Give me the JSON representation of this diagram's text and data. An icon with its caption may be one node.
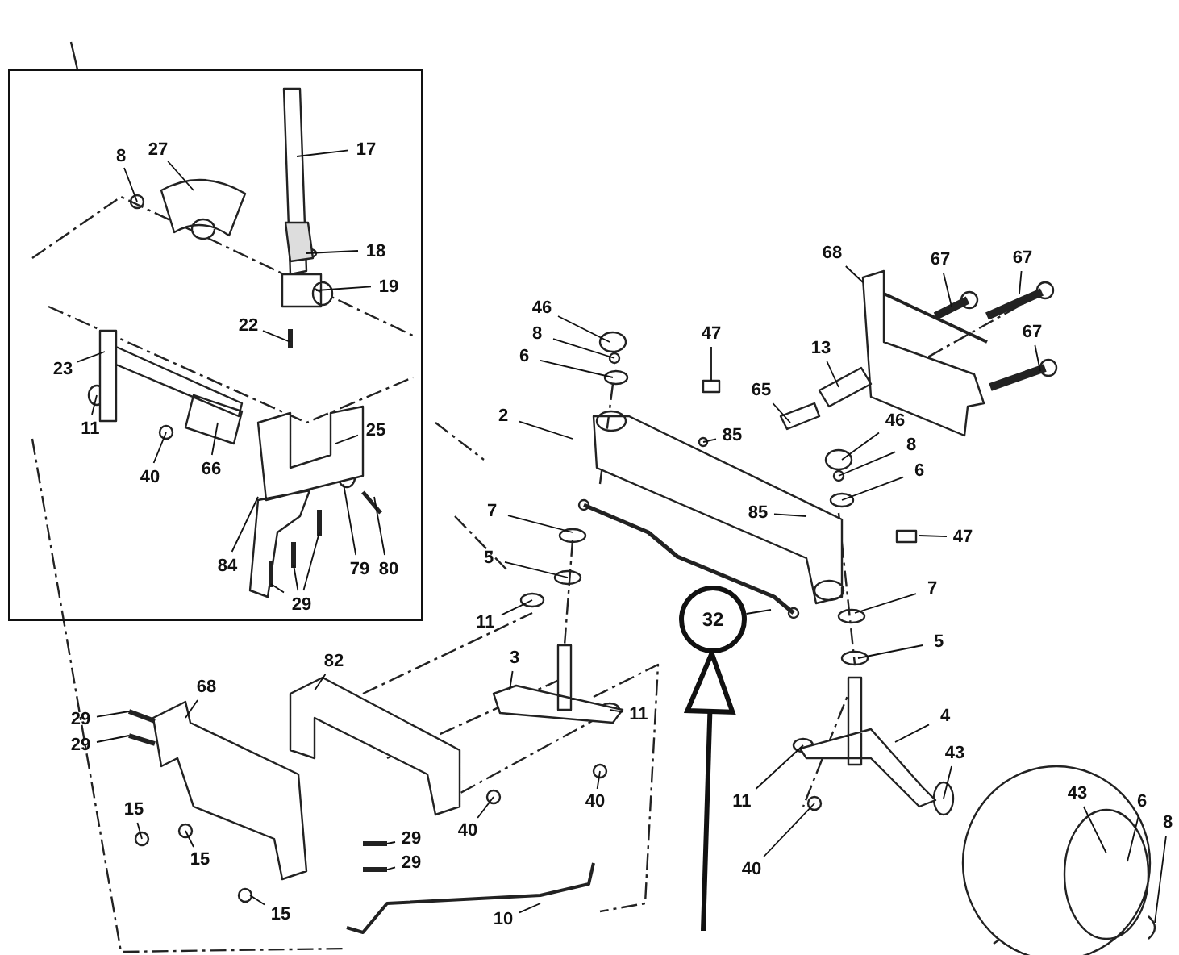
{
  "diagram": {
    "nodes": [
      {
        "text": [],
        "shape": "box"
      },
      {
        "text": [
          "8"
        ],
        "in": 0
      },
      {
        "text": [
          "27"
        ],
        "in": 0
      },
      {
        "text": [
          "17"
        ],
        "in": 0
      },
      {
        "text": [
          "18"
        ],
        "in": 0
      },
      {
        "text": [
          "19"
        ],
        "in": 0
      },
      {
        "text": [
          "22"
        ],
        "in": 0
      },
      {
        "text": [
          "23"
        ],
        "in": 0
      },
      {
        "text": [
          "11"
        ],
        "in": 0
      },
      {
        "text": [
          "40"
        ],
        "in": 0
      },
      {
        "text": [
          "66"
        ],
        "in": 0
      },
      {
        "text": [
          "25"
        ],
        "in": 0
      },
      {
        "text": [
          "79"
        ],
        "in": 0
      },
      {
        "text": [
          "80"
        ],
        "in": 0
      },
      {
        "text": [
          "84"
        ],
        "in": 0
      },
      {
        "text": [
          "29"
        ],
        "in": 0
      },
      {
        "text": [
          "46"
        ]
      },
      {
        "text": [
          "8"
        ]
      },
      {
        "text": [
          "6"
        ]
      },
      {
        "text": [
          "47"
        ]
      },
      {
        "text": [
          "68"
        ]
      },
      {
        "text": [
          "67"
        ]
      },
      {
        "text": [
          "67"
        ]
      },
      {
        "text": [
          "67"
        ]
      },
      {
        "text": [
          "13"
        ]
      },
      {
        "text": [
          "65"
        ]
      },
      {
        "text": [
          "2"
        ]
      },
      {
        "text": [
          "85"
        ]
      },
      {
        "text": [
          "46"
        ]
      },
      {
        "text": [
          "8"
        ]
      },
      {
        "text": [
          "6"
        ]
      },
      {
        "text": [
          "85"
        ]
      },
      {
        "text": [
          "7"
        ]
      },
      {
        "text": [
          "5"
        ]
      },
      {
        "text": [
          "47"
        ]
      },
      {
        "text": [
          "7"
        ]
      },
      {
        "text": [
          "11"
        ]
      },
      {
        "text": [
          "32"
        ]
      },
      {
        "text": [
          "5"
        ]
      },
      {
        "text": [
          "82"
        ]
      },
      {
        "text": [
          "3"
        ]
      },
      {
        "text": [
          "68"
        ]
      },
      {
        "text": [
          "11"
        ]
      },
      {
        "text": [
          "4"
        ]
      },
      {
        "text": [
          "29"
        ]
      },
      {
        "text": [
          "29"
        ]
      },
      {
        "text": [
          "43"
        ]
      },
      {
        "text": [
          "11"
        ]
      },
      {
        "text": [
          "40"
        ]
      },
      {
        "text": [
          "15"
        ]
      },
      {
        "text": [
          "40"
        ]
      },
      {
        "text": [
          "43"
        ]
      },
      {
        "text": [
          "6"
        ]
      },
      {
        "text": [
          "8"
        ]
      },
      {
        "text": [
          "29"
        ]
      },
      {
        "text": [
          "15"
        ]
      },
      {
        "text": [
          "29"
        ]
      },
      {
        "text": [
          "40"
        ]
      },
      {
        "text": [
          "15"
        ]
      },
      {
        "text": [
          "10"
        ]
      }
    ],
    "edges": [
      {
        "from": 1,
        "to": null,
        "arrow": "none"
      },
      {
        "from": 2,
        "to": null,
        "arrow": "none"
      },
      {
        "from": 3,
        "to": null,
        "arrow": "none"
      },
      {
        "from": 4,
        "to": null,
        "arrow": "none"
      },
      {
        "from": 5,
        "to": null,
        "arrow": "none"
      },
      {
        "from": 6,
        "to": null,
        "arrow": "none"
      },
      {
        "from": 7,
        "to": null,
        "arrow": "none"
      },
      {
        "from": 8,
        "to": null,
        "arrow": "none"
      },
      {
        "from": 9,
        "to": null,
        "arrow": "none"
      },
      {
        "from": 10,
        "to": null,
        "arrow": "none"
      },
      {
        "from": 11,
        "to": null,
        "arrow": "none"
      },
      {
        "from": 12,
        "to": null,
        "arrow": "none"
      },
      {
        "from": 13,
        "to": null,
        "arrow": "none"
      },
      {
        "from": 14,
        "to": null,
        "arrow": "none"
      },
      {
        "from": 15,
        "to": null,
        "arrow": "none"
      },
      {
        "from": 15,
        "to": null,
        "arrow": "none"
      },
      {
        "from": 15,
        "to": null,
        "arrow": "none"
      },
      {
        "from": 16,
        "to": null,
        "arrow": "none"
      },
      {
        "from": 17,
        "to": null,
        "arrow": "none"
      },
      {
        "from": 18,
        "to": null,
        "arrow": "none"
      },
      {
        "from": 19,
        "to": null,
        "arrow": "none"
      },
      {
        "from": 20,
        "to": null,
        "arrow": "none"
      },
      {
        "from": 21,
        "to": null,
        "arrow": "none"
      },
      {
        "from": 22,
        "to": null,
        "arrow": "none"
      },
      {
        "from": 23,
        "to": null,
        "arrow": "none"
      },
      {
        "from": 24,
        "to": null,
        "arrow": "none"
      },
      {
        "from": 25,
        "to": null,
        "arrow": "none"
      },
      {
        "from": 26,
        "to": null,
        "arrow": "none"
      },
      {
        "from": 27,
        "to": null,
        "arrow": "none"
      },
      {
        "from": 28,
        "to": null,
        "arrow": "none"
      },
      {
        "from": 29,
        "to": null,
        "arrow": "none"
      },
      {
        "from": 30,
        "to": null,
        "arrow": "none"
      },
      {
        "from": 31,
        "to": null,
        "arrow": "none"
      },
      {
        "from": 32,
        "to": null,
        "arrow": "none"
      },
      {
        "from": 33,
        "to": null,
        "arrow": "none"
      },
      {
        "from": 34,
        "to": null,
        "arrow": "none"
      },
      {
        "from": 35,
        "to": null,
        "arrow": "none"
      },
      {
        "from": 36,
        "to": null,
        "arrow": "none"
      },
      {
        "from": 37,
        "to": null,
        "arrow": "none"
      },
      {
        "from": 38,
        "to": null,
        "arrow": "none"
      },
      {
        "from": 39,
        "to": null,
        "arrow": "none"
      },
      {
        "from": 40,
        "to": null,
        "arrow": "none"
      },
      {
        "from": 41,
        "to": null,
        "arrow": "none"
      },
      {
        "from": 42,
        "to": null,
        "arrow": "none"
      },
      {
        "from": 43,
        "to": null,
        "arrow": "none"
      },
      {
        "from": 44,
        "to": null,
        "arrow": "none"
      },
      {
        "from": 45,
        "to": null,
        "arrow": "none"
      },
      {
        "from": 46,
        "to": null,
        "arrow": "none"
      },
      {
        "from": 47,
        "to": null,
        "arrow": "none"
      },
      {
        "from": 48,
        "to": null,
        "arrow": "none"
      },
      {
        "from": 49,
        "to": null,
        "arrow": "none"
      },
      {
        "from": 50,
        "to": null,
        "arrow": "none"
      },
      {
        "from": 51,
        "to": null,
        "arrow": "none"
      },
      {
        "from": 52,
        "to": null,
        "arrow": "none"
      },
      {
        "from": 53,
        "to": null,
        "arrow": "none"
      },
      {
        "from": 54,
        "to": null,
        "arrow": "none"
      },
      {
        "from": 55,
        "to": null,
        "arrow": "none"
      },
      {
        "from": 56,
        "to": null,
        "arrow": "none"
      },
      {
        "from": 57,
        "to": null,
        "arrow": "none"
      },
      {
        "from": 58,
        "to": null,
        "arrow": "none"
      },
      {
        "from": 59,
        "to": null,
        "arrow": "none"
      },
      {
        "from": null,
        "to": 37,
        "arrow": "to",
        "style": "thick"
      }
    ]
  }
}
